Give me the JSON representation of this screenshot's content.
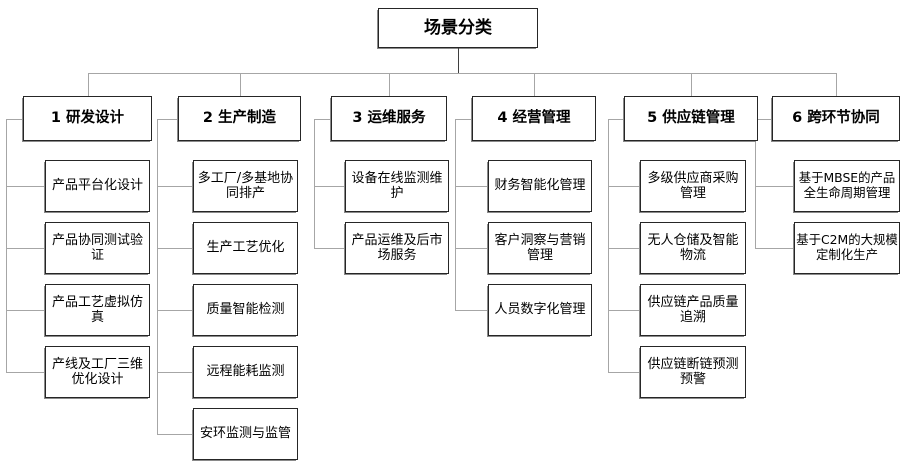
{
  "diagram": {
    "title": "场景分类",
    "type": "organizational-tree",
    "columns": [
      {
        "id": "col-1",
        "header": "1 研发设计",
        "items": [
          "产品平台化设计",
          "产品协同测试验证",
          "产品工艺虚拟仿真",
          "产线及工厂三维优化设计"
        ]
      },
      {
        "id": "col-2",
        "header": "2 生产制造",
        "items": [
          "多工厂/多基地协同排产",
          "生产工艺优化",
          "质量智能检测",
          "远程能耗监测",
          "安环监测与监管"
        ]
      },
      {
        "id": "col-3",
        "header": "3 运维服务",
        "items": [
          "设备在线监测维护",
          "产品运维及后市场服务"
        ]
      },
      {
        "id": "col-4",
        "header": "4 经营管理",
        "items": [
          "财务智能化管理",
          "客户洞察与营销管理",
          "人员数字化管理"
        ]
      },
      {
        "id": "col-5",
        "header": "5 供应链管理",
        "items": [
          "多级供应商采购管理",
          "无人仓储及智能物流",
          "供应链产品质量追溯",
          "供应链断链预测预警"
        ]
      },
      {
        "id": "col-6",
        "header": "6 跨环节协同",
        "items": [
          "基于MBSE的产品全生命周期管理",
          "基于C2M的大规模定制化生产"
        ]
      }
    ]
  },
  "style": {
    "background": "#ffffff",
    "box_border": "#262626",
    "box_fill": "#ffffff",
    "connector": "#a6a6a6",
    "text": "#000000"
  }
}
